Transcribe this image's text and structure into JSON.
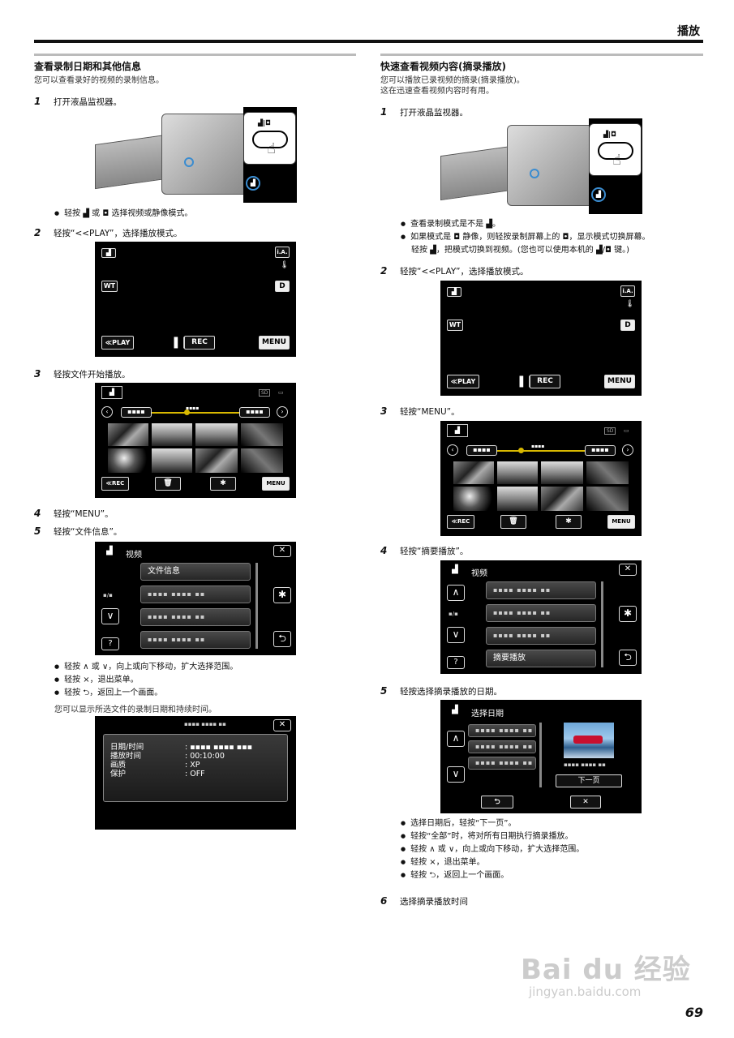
{
  "header": {
    "title": "播放"
  },
  "left": {
    "heading": "查看录制日期和其他信息",
    "intro": "您可以查看录好的视频的录制信息。",
    "step1": {
      "num": "1",
      "text": "打开液晶监视器。"
    },
    "step1_bullet": "轻按 ▟ 或 ◘ 选择视频或静像模式。",
    "step2": {
      "num": "2",
      "text": "轻按“<<PLAY”，选择播放模式。"
    },
    "step3": {
      "num": "3",
      "text": "轻按文件开始播放。"
    },
    "step4": {
      "num": "4",
      "text": "轻按“MENU”。"
    },
    "step5": {
      "num": "5",
      "text": "轻按“文件信息”。"
    },
    "step5_bullets": [
      "轻按 ∧ 或 ∨，向上或向下移动，扩大选择范围。",
      "轻按 ×，退出菜单。",
      "轻按 ⮌，返回上一个画面。"
    ],
    "step5_note": "您可以显示所选文件的录制日期和持续时间。",
    "menu_screen": {
      "title": "视频",
      "item1": "文件信息"
    },
    "info_screen": {
      "labels": [
        "日期/时间",
        "播放时间",
        "画质",
        "保护"
      ],
      "values": [
        ": ▪▪▪▪ ▪▪▪▪ ▪▪▪",
        ": 00:10:00",
        ": XP",
        ": OFF"
      ]
    }
  },
  "right": {
    "heading": "快速查看视频内容(摘录播放)",
    "intro1": "您可以播放已录视频的摘录(摘录播放)。",
    "intro2": "这在迅速查看视频内容时有用。",
    "step1": {
      "num": "1",
      "text": "打开液晶监视器。"
    },
    "step1_bullets": [
      "查看录制模式是不是 ▟。",
      "如果模式是 ◘ 静像，则轻按录制屏幕上的 ◘，显示模式切换屏幕。"
    ],
    "step1_cont": "轻按 ▟，把模式切换到视频。(您也可以使用本机的 ▟/◘ 键。)",
    "step2": {
      "num": "2",
      "text": "轻按“<<PLAY”，选择播放模式。"
    },
    "step3": {
      "num": "3",
      "text": "轻按“MENU”。"
    },
    "step4": {
      "num": "4",
      "text": "轻按“摘要播放”。"
    },
    "step5": {
      "num": "5",
      "text": "轻按选择摘录播放的日期。"
    },
    "step5_bullets": [
      "选择日期后，轻按“下一页”。",
      "轻按“全部”时，将对所有日期执行摘录播放。",
      "轻按 ∧ 或 ∨，向上或向下移动，扩大选择范围。",
      "轻按 ×，退出菜单。",
      "轻按 ⮌，返回上一个画面。"
    ],
    "step6": {
      "num": "6",
      "text": "选择摘录播放时间"
    },
    "menu_screen": {
      "title": "视频",
      "item4": "摘要播放"
    },
    "date_screen": {
      "title": "选择日期",
      "next": "下一页"
    }
  },
  "rec_screen": {
    "ia": "i.A.",
    "wt": "WT",
    "d": "D",
    "play": "≪PLAY",
    "rec": "REC",
    "menu": "MENU"
  },
  "play_screen": {
    "rec": "≪REC",
    "menu": "MENU",
    "sd": "SD"
  },
  "common": {
    "dots": "▪▪▪▪ ▪▪▪▪ ▪▪",
    "dots_short": "▪▪▪▪",
    "star": "✱",
    "mode": "▪/▪"
  },
  "watermark": {
    "line1": "Bai du 经验",
    "line2": "jingyan.baidu.com"
  },
  "page_number": "69"
}
